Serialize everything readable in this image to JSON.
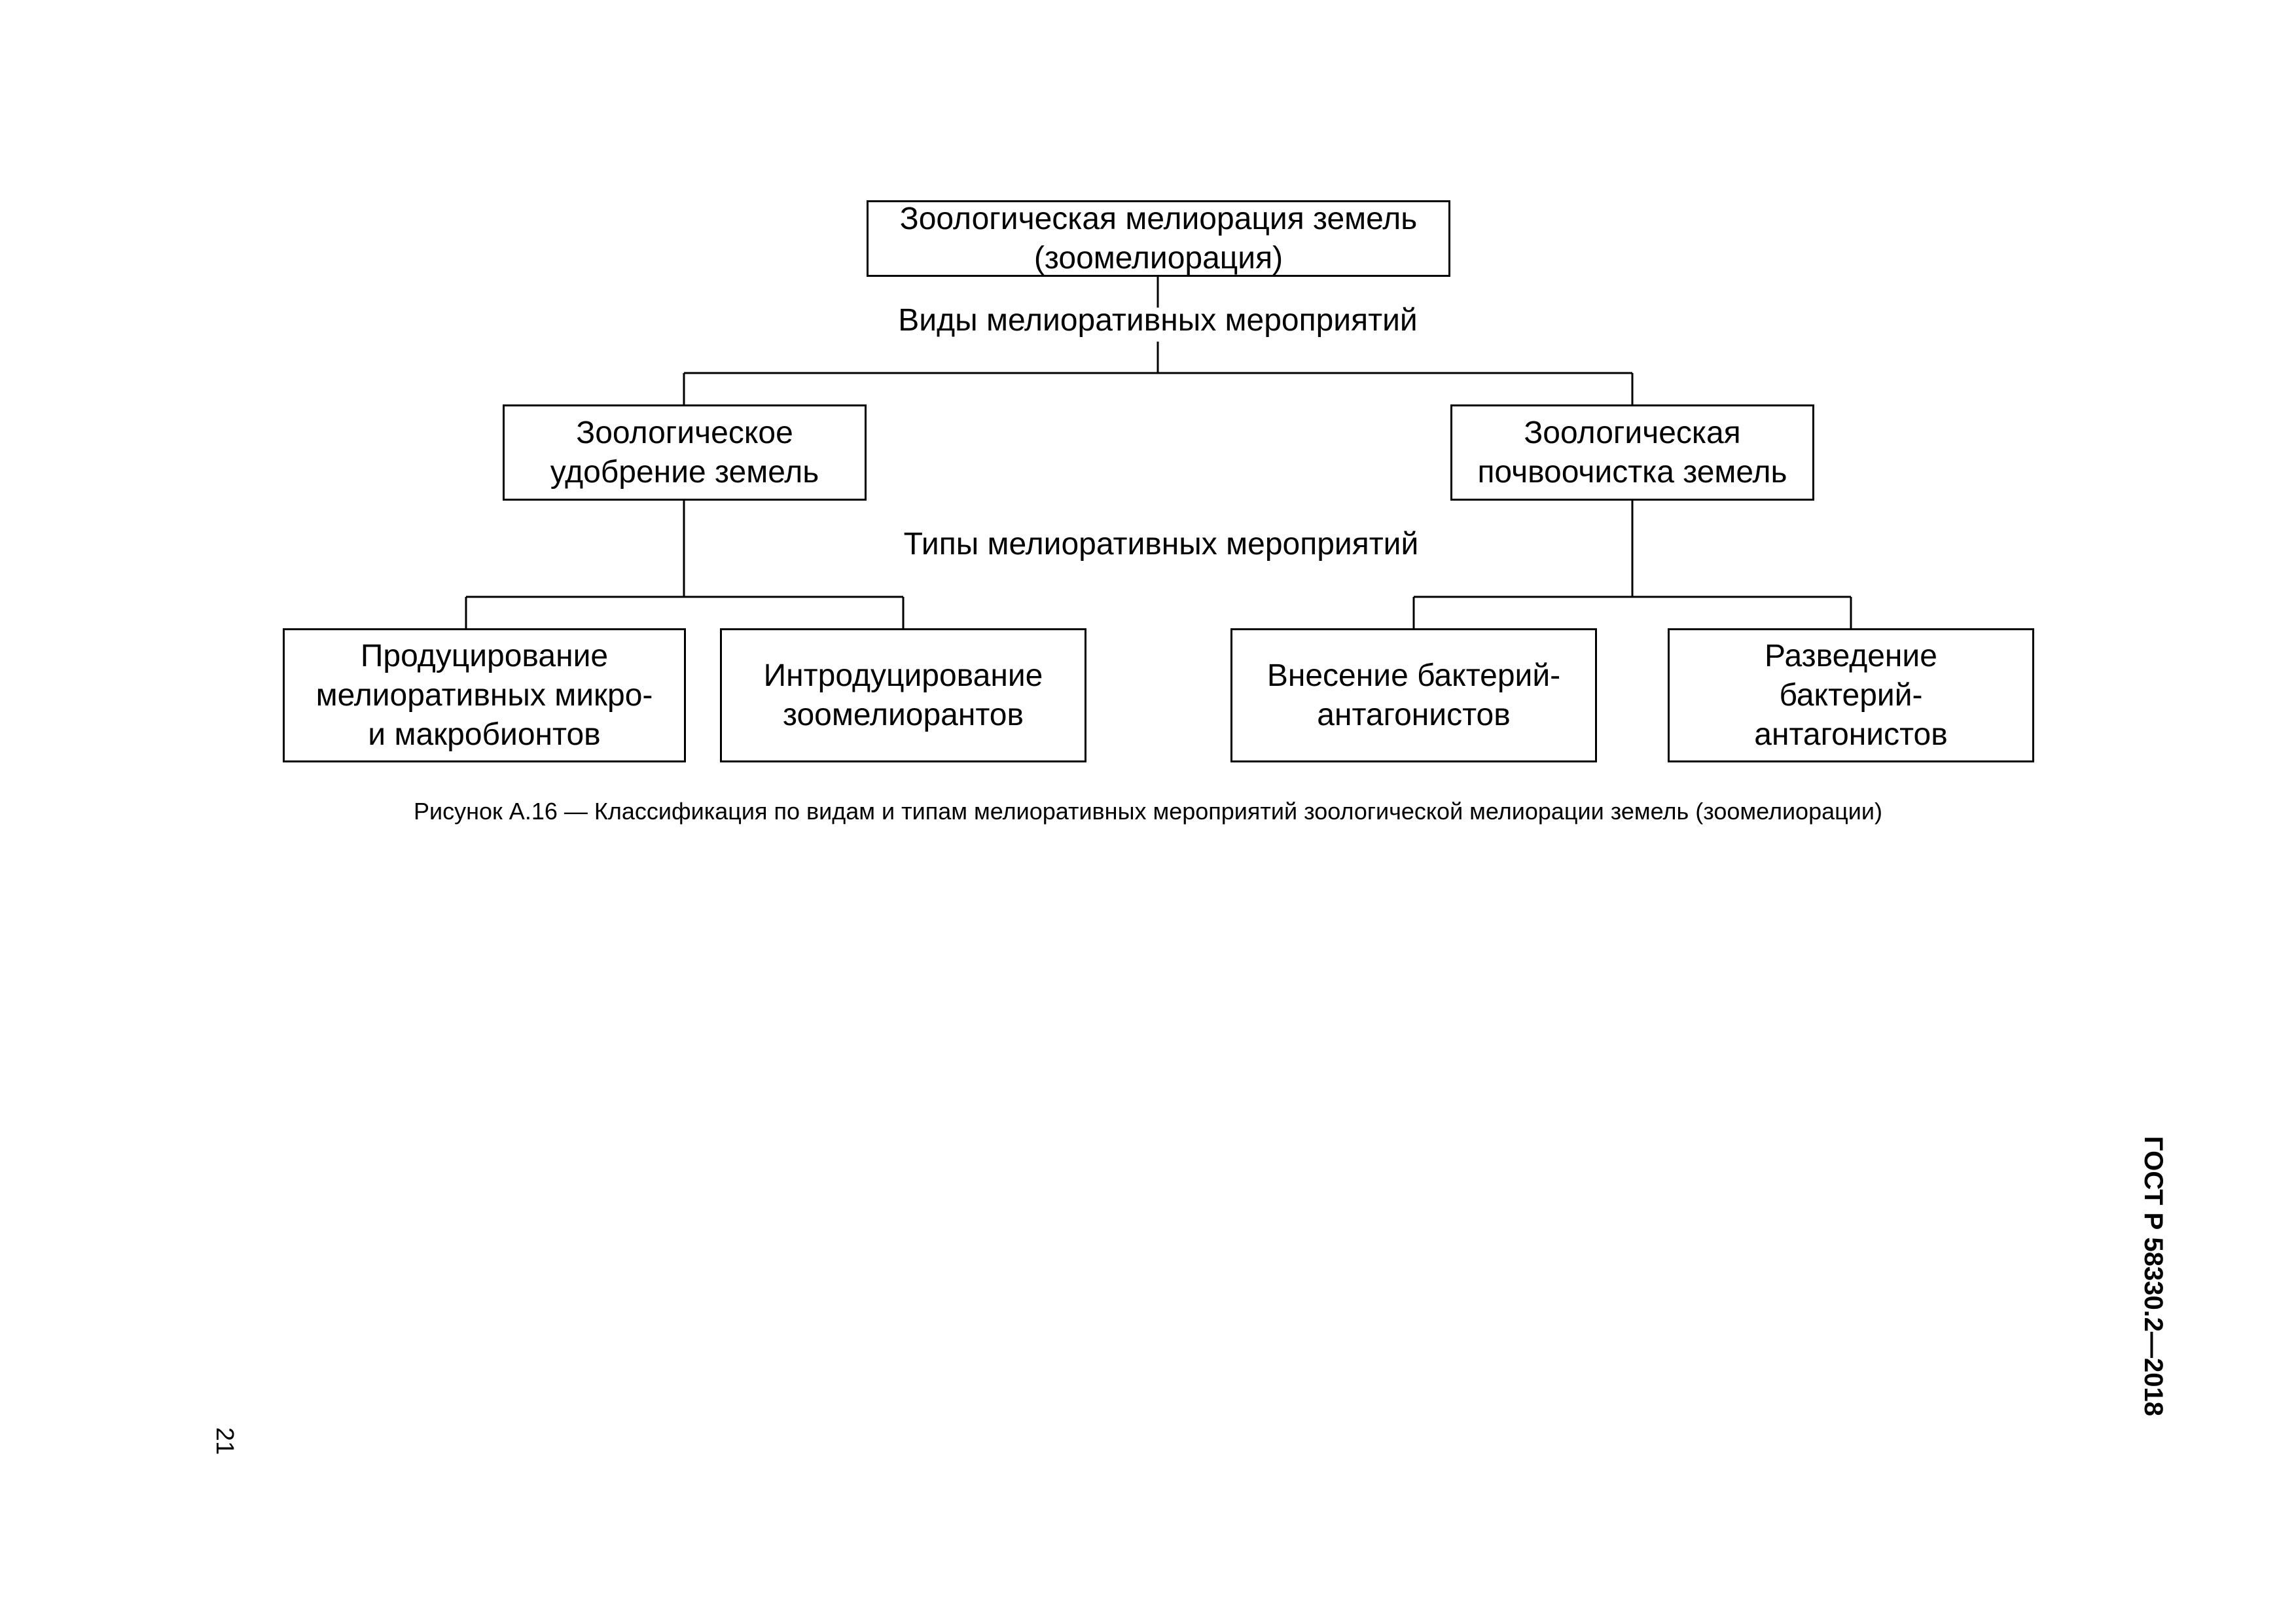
{
  "diagram": {
    "root": "Зоологическая мелиорация земель\n(зоомелиорация)",
    "level1_label": "Виды мелиоративных мероприятий",
    "level2_label": "Типы мелиоративных мероприятий",
    "types": [
      "Зоологическое\nудобрение земель",
      "Зоологическая\nпочвоочистка земель"
    ],
    "measures": [
      "Продуцирование\nмелиоративных микро-\nи макробионтов",
      "Интродуцирование\nзоомелиорантов",
      "Внесение бактерий-\nантагонистов",
      "Разведение\nбактерий-\nантагонистов"
    ]
  },
  "caption": "Рисунок А.16 — Классификация по видам и типам мелиоративных мероприятий зоологической мелиорации земель (зоомелиорации)",
  "page_number": "21",
  "document_code": "ГОСТ Р 58330.2—2018"
}
